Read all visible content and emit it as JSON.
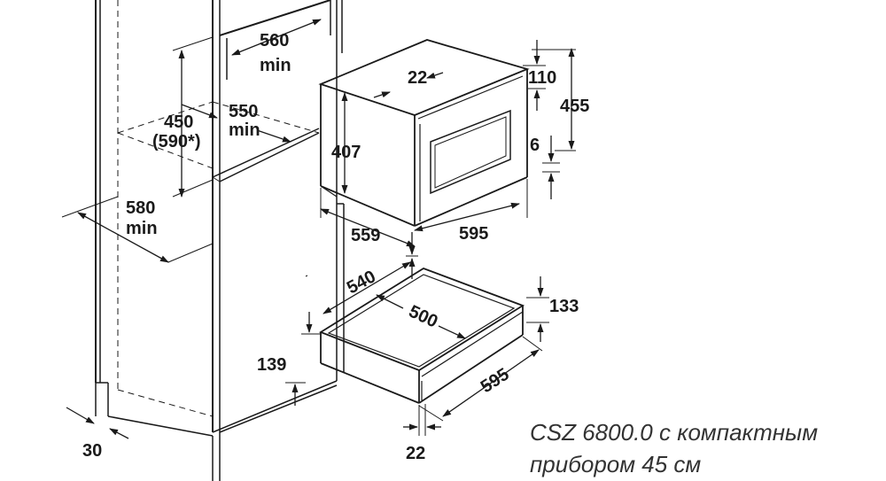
{
  "dimensions": {
    "niche_top_depth": "560",
    "niche_top_depth_min": "min",
    "niche_height": "450",
    "niche_height_alt": "(590*)",
    "niche_inner_depth": "550",
    "niche_inner_depth_min": "min",
    "cabinet_width": "580",
    "cabinet_width_min": "min",
    "oven_depth_offset": "22",
    "oven_top_height": "110",
    "oven_total_height": "455",
    "oven_body_height": "407",
    "oven_gap": "6",
    "oven_depth": "559",
    "oven_width": "595",
    "drawer_niche_depth": "540",
    "drawer_inner_depth": "500",
    "drawer_front_height": "133",
    "drawer_niche_height": "139",
    "drawer_width": "595",
    "drawer_front_offset": "22",
    "plinth_offset": "30"
  },
  "caption": {
    "line1": "CSZ 6800.0 с компактным",
    "line2": "прибором 45 см"
  },
  "colors": {
    "stroke": "#1a1a1a",
    "caption": "#333333"
  }
}
